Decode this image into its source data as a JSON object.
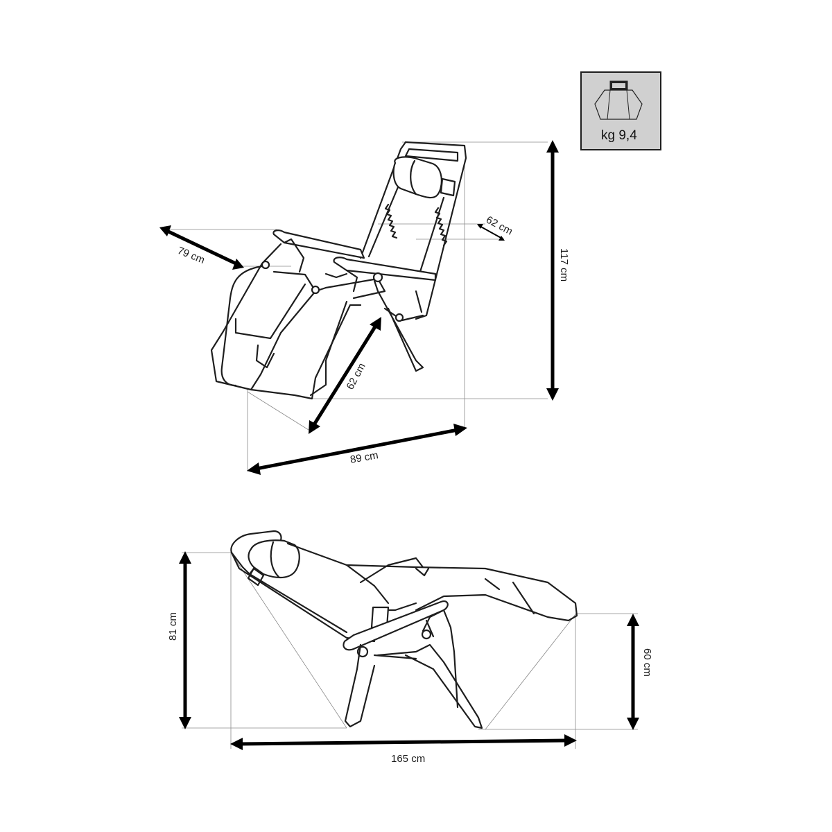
{
  "weight_badge": {
    "label": "kg 9,4",
    "icon": "weight-bag-icon",
    "background": "#d0d0d0"
  },
  "top_view": {
    "height_label": "117  cm",
    "width_label": "79 cm",
    "armrest_label": "62 cm",
    "depth_label": "62 cm",
    "length_label": "89 cm"
  },
  "side_view": {
    "height_label": "81  cm",
    "seat_height_label": "60  cm",
    "length_label": "165  cm"
  }
}
